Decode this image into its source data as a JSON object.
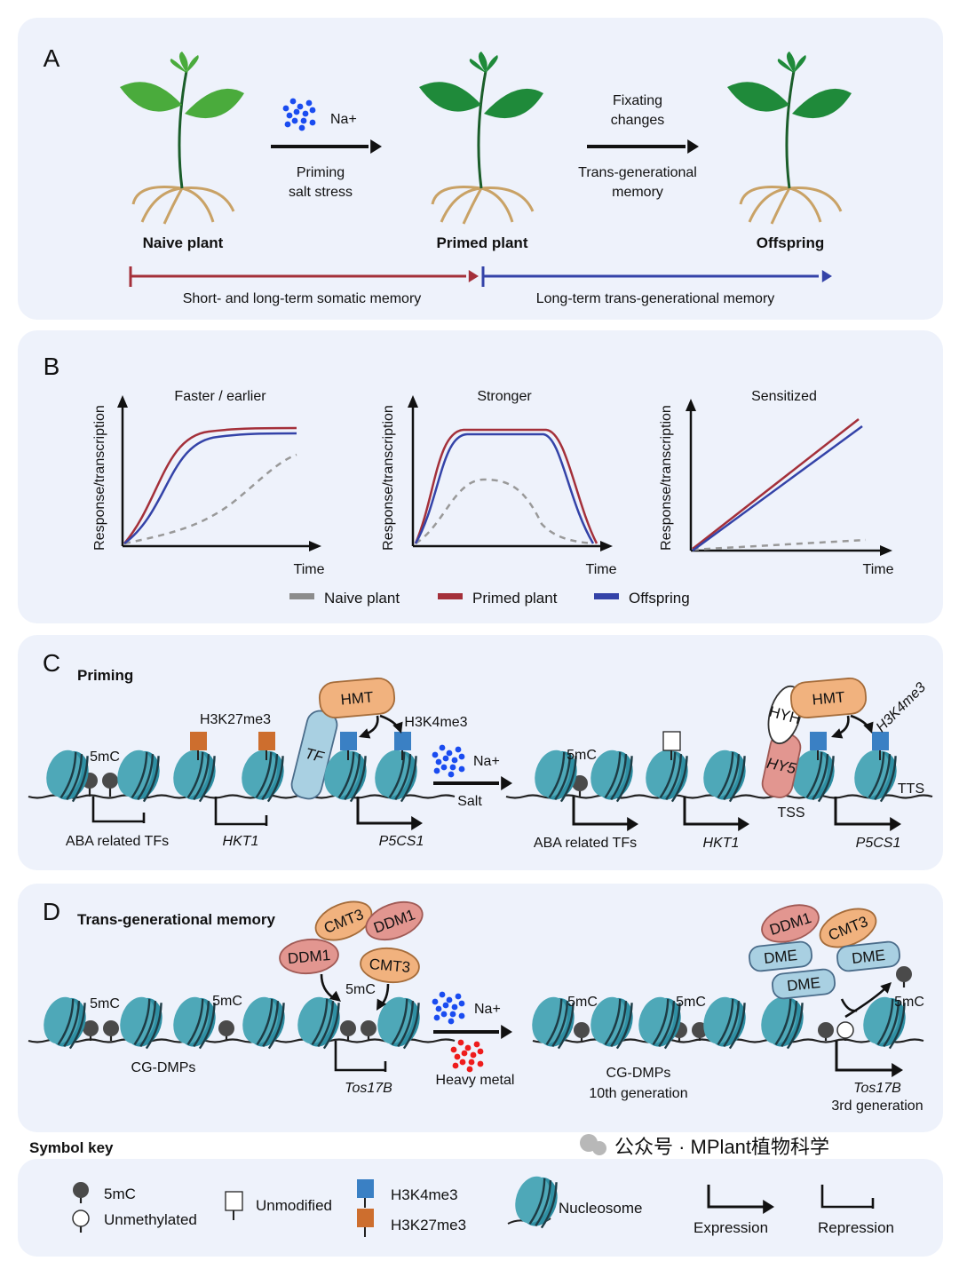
{
  "colors": {
    "panel_bg": "#eef2fb",
    "primed": "#a4303a",
    "offspring": "#3443a8",
    "naive": "#8c8c8c",
    "nucleosome": "#4ea8b8",
    "h3k27me3": "#cd6e2e",
    "h3k4me3": "#3a80c4",
    "hmt": "#f1b27e",
    "tf": "#a9d0e2",
    "hy5": "#e29690",
    "na_ion": "#1a4cf0",
    "heavy_metal": "#ee1c1c"
  },
  "panel_a": {
    "label": "A",
    "plants": [
      "Naive plant",
      "Primed plant",
      "Offspring"
    ],
    "arrow1": {
      "ion": "Na+",
      "line1": "Priming",
      "line2": "salt stress"
    },
    "arrow2": {
      "top1": "Fixating",
      "top2": "changes",
      "bottom1": "Trans-generational",
      "bottom2": "memory"
    },
    "timeline": [
      "Short- and long-term somatic memory",
      "Long-term trans-generational memory"
    ]
  },
  "panel_b": {
    "label": "B",
    "ylabel": "Response/transcription",
    "xlabel": "Time",
    "titles": [
      "Faster / earlier",
      "Stronger",
      "Sensitized"
    ],
    "legend": [
      "Naive plant",
      "Primed plant",
      "Offspring"
    ]
  },
  "panel_c": {
    "label": "C",
    "title": "Priming",
    "h3k27me3": "H3K27me3",
    "h3k4me3": "H3K4me3",
    "mc": "5mC",
    "hmt": "HMT",
    "tf": "TF",
    "hyh": "HYH",
    "hy5": "HY5",
    "ion": "Na+",
    "treatment": "Salt",
    "tss": "TSS",
    "tts": "TTS",
    "genes": [
      "ABA related TFs",
      "HKT1",
      "P5CS1"
    ]
  },
  "panel_d": {
    "label": "D",
    "title": "Trans-generational memory",
    "mc": "5mC",
    "cmt3": "CMT3",
    "ddm1": "DDM1",
    "dme": "DME",
    "ion": "Na+",
    "treatment": "Heavy metal",
    "left_label": "CG-DMPs",
    "gene": "Tos17B",
    "right_label1": "CG-DMPs",
    "right_label2": "10th generation",
    "right_gene": "Tos17B",
    "right_gen": "3rd generation"
  },
  "symbol_key": {
    "title": "Symbol key",
    "items": [
      "5mC",
      "Unmethylated",
      "Unmodified",
      "H3K4me3",
      "H3K27me3",
      "Nucleosome",
      "Expression",
      "Repression"
    ]
  },
  "watermark": "公众号 · MPlant植物科学"
}
